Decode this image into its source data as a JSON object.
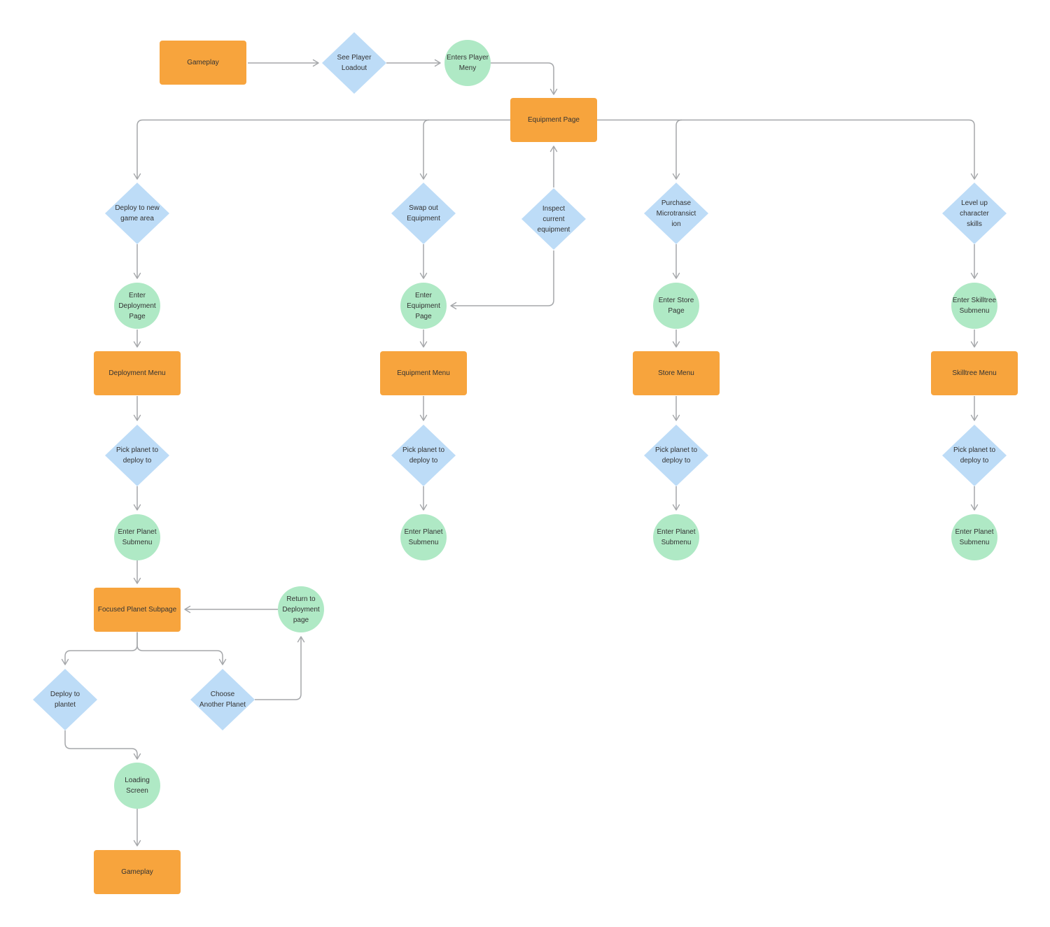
{
  "colors": {
    "process_fill": "#F7A43D",
    "decision_fill": "#BDDCF7",
    "state_fill": "#AFE9C5",
    "connector": "#A5A7AA",
    "label": "#333333",
    "canvas_bg": "#FFFFFF"
  },
  "nodes": {
    "gameplay_top": {
      "type": "process",
      "label": "Gameplay"
    },
    "see_player_loadout": {
      "type": "decision",
      "label": "See Player\nLoadout"
    },
    "enters_player_meny": {
      "type": "state",
      "label": "Enters Player\nMeny"
    },
    "equipment_page": {
      "type": "process",
      "label": "Equipment Page"
    },
    "deploy_to_new_game_area": {
      "type": "decision",
      "label": "Deploy to new\ngame area"
    },
    "enter_deployment_page": {
      "type": "state",
      "label": "Enter\nDeployment\nPage"
    },
    "deployment_menu": {
      "type": "process",
      "label": "Deployment Menu"
    },
    "pick_planet_1": {
      "type": "decision",
      "label": "Pick planet to\ndeploy to"
    },
    "enter_planet_submenu_1": {
      "type": "state",
      "label": "Enter Planet\nSubmenu"
    },
    "focused_planet_subpage": {
      "type": "process",
      "label": "Focused Planet Subpage"
    },
    "swap_out_equipment": {
      "type": "decision",
      "label": "Swap out\nEquipment"
    },
    "enter_equipment_page": {
      "type": "state",
      "label": "Enter\nEquipment Page"
    },
    "equipment_menu": {
      "type": "process",
      "label": "Equipment Menu"
    },
    "pick_planet_2": {
      "type": "decision",
      "label": "Pick planet to\ndeploy to"
    },
    "enter_planet_submenu_2": {
      "type": "state",
      "label": "Enter Planet\nSubmenu"
    },
    "inspect_current_equipment": {
      "type": "decision",
      "label": "Inspect\ncurrent\nequipment"
    },
    "purchase_microtransaction": {
      "type": "decision",
      "label": "Purchase\nMicrotransict\nion"
    },
    "enter_store_page": {
      "type": "state",
      "label": "Enter Store\nPage"
    },
    "store_menu": {
      "type": "process",
      "label": "Store Menu"
    },
    "pick_planet_3": {
      "type": "decision",
      "label": "Pick planet to\ndeploy to"
    },
    "enter_planet_submenu_3": {
      "type": "state",
      "label": "Enter Planet\nSubmenu"
    },
    "level_up_character_skills": {
      "type": "decision",
      "label": "Level up\ncharacter\nskills"
    },
    "enter_skilltree_submenu": {
      "type": "state",
      "label": "Enter Skilltree\nSubmenu"
    },
    "skilltree_menu": {
      "type": "process",
      "label": "Skilltree Menu"
    },
    "pick_planet_4": {
      "type": "decision",
      "label": "Pick planet to\ndeploy to"
    },
    "enter_planet_submenu_4": {
      "type": "state",
      "label": "Enter Planet\nSubmenu"
    },
    "deploy_to_plantet": {
      "type": "decision",
      "label": "Deploy to\nplantet"
    },
    "choose_another_planet": {
      "type": "decision",
      "label": "Choose\nAnother Planet"
    },
    "return_to_deployment_page": {
      "type": "state",
      "label": "Return to\nDeployment\npage"
    },
    "loading_screen": {
      "type": "state",
      "label": "Loading Screen"
    },
    "gameplay_bottom": {
      "type": "process",
      "label": "Gameplay"
    }
  },
  "edges": [
    {
      "from": "gameplay_top",
      "to": "see_player_loadout"
    },
    {
      "from": "see_player_loadout",
      "to": "enters_player_meny"
    },
    {
      "from": "enters_player_meny",
      "to": "equipment_page"
    },
    {
      "from": "equipment_page",
      "to": "deploy_to_new_game_area"
    },
    {
      "from": "equipment_page",
      "to": "swap_out_equipment"
    },
    {
      "from": "equipment_page",
      "to": "purchase_microtransaction"
    },
    {
      "from": "equipment_page",
      "to": "level_up_character_skills"
    },
    {
      "from": "inspect_current_equipment",
      "to": "equipment_page"
    },
    {
      "from": "inspect_current_equipment",
      "to": "enter_equipment_page"
    },
    {
      "from": "deploy_to_new_game_area",
      "to": "enter_deployment_page"
    },
    {
      "from": "enter_deployment_page",
      "to": "deployment_menu"
    },
    {
      "from": "deployment_menu",
      "to": "pick_planet_1"
    },
    {
      "from": "pick_planet_1",
      "to": "enter_planet_submenu_1"
    },
    {
      "from": "enter_planet_submenu_1",
      "to": "focused_planet_subpage"
    },
    {
      "from": "swap_out_equipment",
      "to": "enter_equipment_page"
    },
    {
      "from": "enter_equipment_page",
      "to": "equipment_menu"
    },
    {
      "from": "equipment_menu",
      "to": "pick_planet_2"
    },
    {
      "from": "pick_planet_2",
      "to": "enter_planet_submenu_2"
    },
    {
      "from": "purchase_microtransaction",
      "to": "enter_store_page"
    },
    {
      "from": "enter_store_page",
      "to": "store_menu"
    },
    {
      "from": "store_menu",
      "to": "pick_planet_3"
    },
    {
      "from": "pick_planet_3",
      "to": "enter_planet_submenu_3"
    },
    {
      "from": "level_up_character_skills",
      "to": "enter_skilltree_submenu"
    },
    {
      "from": "enter_skilltree_submenu",
      "to": "skilltree_menu"
    },
    {
      "from": "skilltree_menu",
      "to": "pick_planet_4"
    },
    {
      "from": "pick_planet_4",
      "to": "enter_planet_submenu_4"
    },
    {
      "from": "focused_planet_subpage",
      "to": "deploy_to_plantet"
    },
    {
      "from": "focused_planet_subpage",
      "to": "choose_another_planet"
    },
    {
      "from": "deploy_to_plantet",
      "to": "loading_screen"
    },
    {
      "from": "choose_another_planet",
      "to": "return_to_deployment_page"
    },
    {
      "from": "return_to_deployment_page",
      "to": "focused_planet_subpage"
    },
    {
      "from": "loading_screen",
      "to": "gameplay_bottom"
    }
  ]
}
